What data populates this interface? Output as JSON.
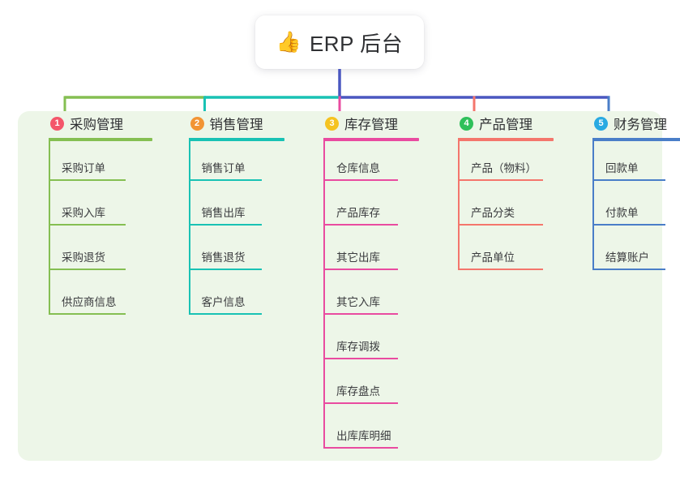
{
  "root": {
    "icon": "thumbs-up-icon",
    "icon_glyph": "👍",
    "title": "ERP 后台"
  },
  "theme": {
    "panel_background": "#edf6e8",
    "page_background": "#ffffff",
    "stem_color": "#4a57c0",
    "title_text": "#2f3033"
  },
  "columns": [
    {
      "number": "1",
      "title": "采购管理",
      "badge_color": "#f4566a",
      "line_color": "#85bf52",
      "items": [
        "采购订单",
        "采购入库",
        "采购退货",
        "供应商信息"
      ]
    },
    {
      "number": "2",
      "title": "销售管理",
      "badge_color": "#f29434",
      "line_color": "#19c2b4",
      "items": [
        "销售订单",
        "销售出库",
        "销售退货",
        "客户信息"
      ]
    },
    {
      "number": "3",
      "title": "库存管理",
      "badge_color": "#f5c320",
      "line_color": "#e94ba0",
      "items": [
        "仓库信息",
        "产品库存",
        "其它出库",
        "其它入库",
        "库存调拨",
        "库存盘点",
        "出库库明细"
      ]
    },
    {
      "number": "4",
      "title": "产品管理",
      "badge_color": "#2fc05a",
      "line_color": "#f4766c",
      "items": [
        "产品（物料）",
        "产品分类",
        "产品单位"
      ]
    },
    {
      "number": "5",
      "title": "财务管理",
      "badge_color": "#29aae2",
      "line_color": "#4a7ec8",
      "items": [
        "回款单",
        "付款单",
        "结算账户"
      ]
    }
  ]
}
